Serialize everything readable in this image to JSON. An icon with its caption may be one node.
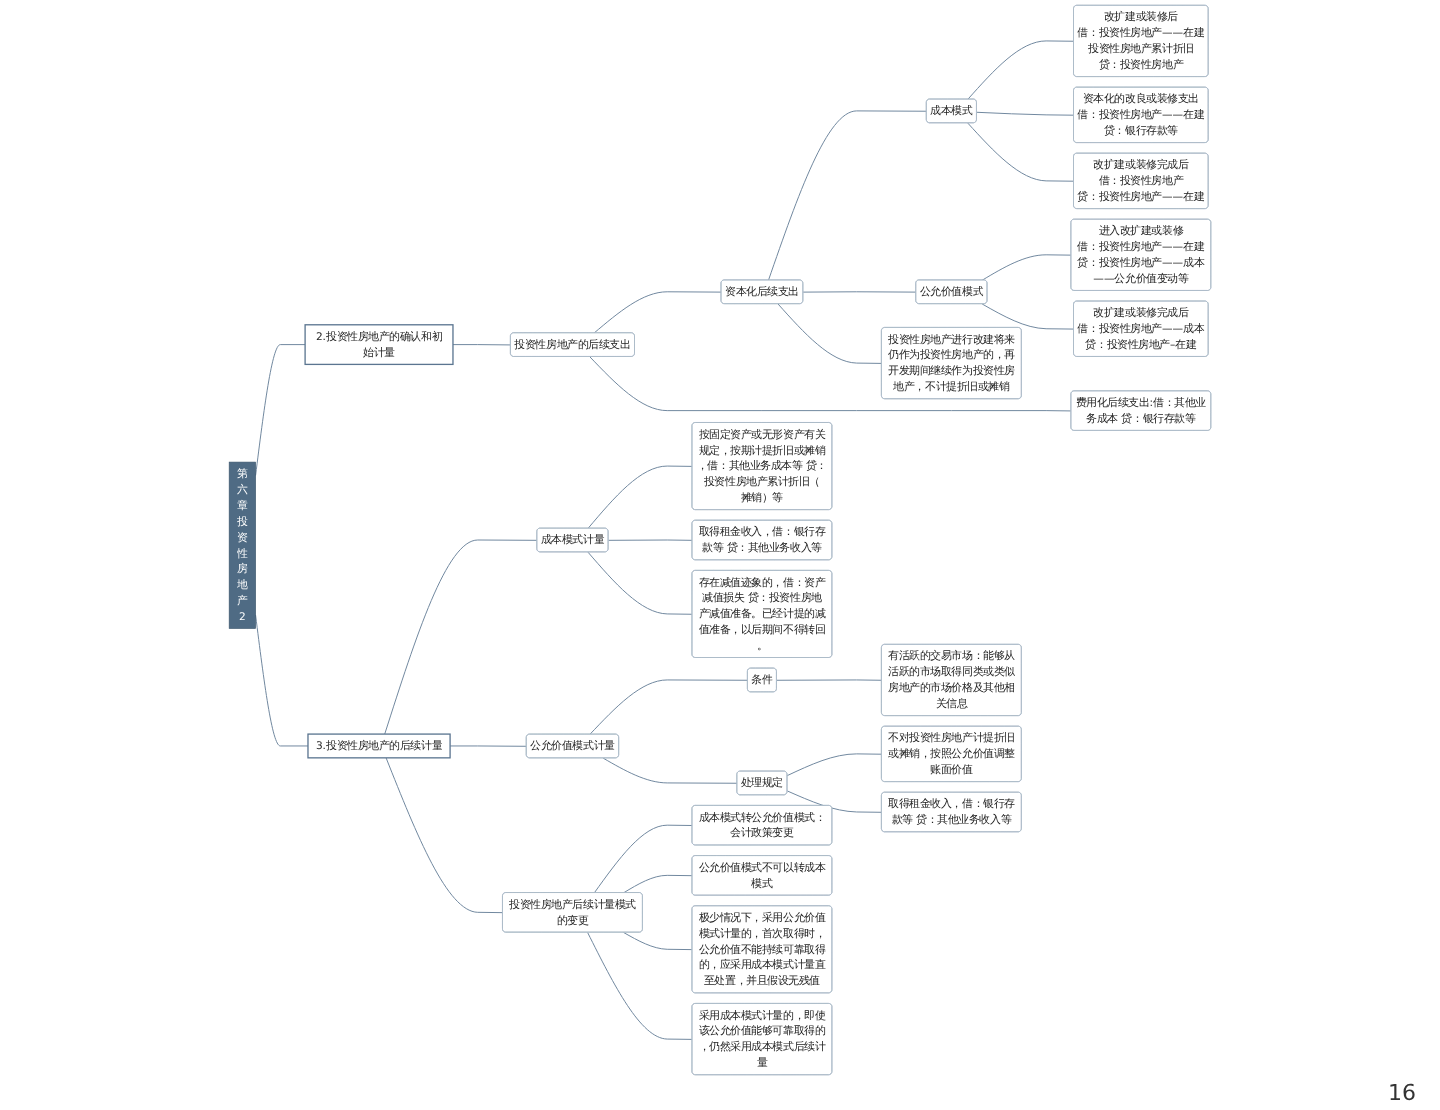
{
  "diagram": {
    "nodes": [
      {
        "text": [
          "第六章投资性房地产2"
        ]
      },
      {
        "text": [
          "2.投资性房地产的确认和初始计量"
        ]
      },
      {
        "text": [
          "投资性房地产的后续支出"
        ]
      },
      {
        "text": [
          "资本化后续支出"
        ]
      },
      {
        "text": [
          "成本模式"
        ]
      },
      {
        "text": [
          "改扩建或装修后",
          "借：投资性房地产——在建",
          "投资性房地产累计折旧",
          "贷：投资性房地产"
        ]
      },
      {
        "text": [
          "资本化的改良或装修支出",
          "借：投资性房地产——在建",
          "贷：银行存款等"
        ]
      },
      {
        "text": [
          "改扩建或装修完成后",
          "借：投资性房地产",
          "贷：投资性房地产——在建"
        ]
      },
      {
        "text": [
          "公允价值模式"
        ]
      },
      {
        "text": [
          "进入改扩建或装修",
          "借：投资性房地产——在建",
          "贷：投资性房地产——成本——公允价值变动等"
        ]
      },
      {
        "text": [
          "改扩建或装修完成后",
          "借：投资性房地产——成本",
          "贷：投资性房地产–在建"
        ]
      },
      {
        "text": [
          "投资性房地产进行改建将来仍作为投资性房地产的，再开发期间继续作为投资性房地产，不计提折旧或摊销"
        ]
      },
      {
        "text": [
          "费用化后续支出:借：其他业务成本 贷：银行存款等"
        ]
      },
      {
        "text": [
          "3.投资性房地产的后续计量"
        ]
      },
      {
        "text": [
          "成本模式计量"
        ]
      },
      {
        "text": [
          "按固定资产或无形资产有关规定，按期计提折旧或摊销，借：其他业务成本等 贷：投资性房地产累计折旧（摊销）等"
        ]
      },
      {
        "text": [
          "取得租金收入，借：银行存款等 贷：其他业务收入等"
        ]
      },
      {
        "text": [
          "存在减值迹象的，借：资产减值损失 贷：投资性房地产减值准备。已经计提的减值准备，以后期间不得转回。"
        ]
      },
      {
        "text": [
          "公允价值模式计量"
        ]
      },
      {
        "text": [
          "条件"
        ]
      },
      {
        "text": [
          "有活跃的交易市场：能够从活跃的市场取得同类或类似房地产的市场价格及其他相关信息"
        ]
      },
      {
        "text": [
          "处理规定"
        ]
      },
      {
        "text": [
          "不对投资性房地产计提折旧或摊销，按照公允价值调整账面价值"
        ]
      },
      {
        "text": [
          "取得租金收入，借：银行存款等 贷：其他业务收入等"
        ]
      },
      {
        "text": [
          "投资性房地产后续计量模式的变更"
        ]
      },
      {
        "text": [
          "成本模式转公允价值模式：会计政策变更"
        ]
      },
      {
        "text": [
          "公允价值模式不可以转成本模式"
        ]
      },
      {
        "text": [
          "极少情况下，采用公允价值模式计量的，首次取得时，公允价值不能持续可靠取得的，应采用成本模式计量直至处置，并且假设无残值"
        ]
      },
      {
        "text": [
          "采用成本模式计量的，即使该公允价值能够可靠取得的，仍然采用成本模式后续计量"
        ]
      }
    ],
    "edges": [
      {
        "from": 0,
        "to": 1,
        "arrow": "none"
      },
      {
        "from": 1,
        "to": 2,
        "arrow": "none"
      },
      {
        "from": 2,
        "to": 3,
        "arrow": "none"
      },
      {
        "from": 3,
        "to": 4,
        "arrow": "none"
      },
      {
        "from": 4,
        "to": 5,
        "arrow": "none"
      },
      {
        "from": 4,
        "to": 6,
        "arrow": "none"
      },
      {
        "from": 4,
        "to": 7,
        "arrow": "none"
      },
      {
        "from": 3,
        "to": 8,
        "arrow": "none"
      },
      {
        "from": 8,
        "to": 9,
        "arrow": "none"
      },
      {
        "from": 8,
        "to": 10,
        "arrow": "none"
      },
      {
        "from": 3,
        "to": 11,
        "arrow": "none"
      },
      {
        "from": 2,
        "to": 12,
        "arrow": "none"
      },
      {
        "from": 0,
        "to": 13,
        "arrow": "none"
      },
      {
        "from": 13,
        "to": 14,
        "arrow": "none"
      },
      {
        "from": 14,
        "to": 15,
        "arrow": "none"
      },
      {
        "from": 14,
        "to": 16,
        "arrow": "none"
      },
      {
        "from": 14,
        "to": 17,
        "arrow": "none"
      },
      {
        "from": 13,
        "to": 18,
        "arrow": "none"
      },
      {
        "from": 18,
        "to": 19,
        "arrow": "none"
      },
      {
        "from": 19,
        "to": 20,
        "arrow": "none"
      },
      {
        "from": 18,
        "to": 21,
        "arrow": "none"
      },
      {
        "from": 21,
        "to": 22,
        "arrow": "none"
      },
      {
        "from": 21,
        "to": 23,
        "arrow": "none"
      },
      {
        "from": 13,
        "to": 24,
        "arrow": "none"
      },
      {
        "from": 24,
        "to": 25,
        "arrow": "none"
      },
      {
        "from": 24,
        "to": 26,
        "arrow": "none"
      },
      {
        "from": 24,
        "to": 27,
        "arrow": "none"
      },
      {
        "from": 24,
        "to": 28,
        "arrow": "none"
      }
    ],
    "labels": [
      "16"
    ]
  }
}
